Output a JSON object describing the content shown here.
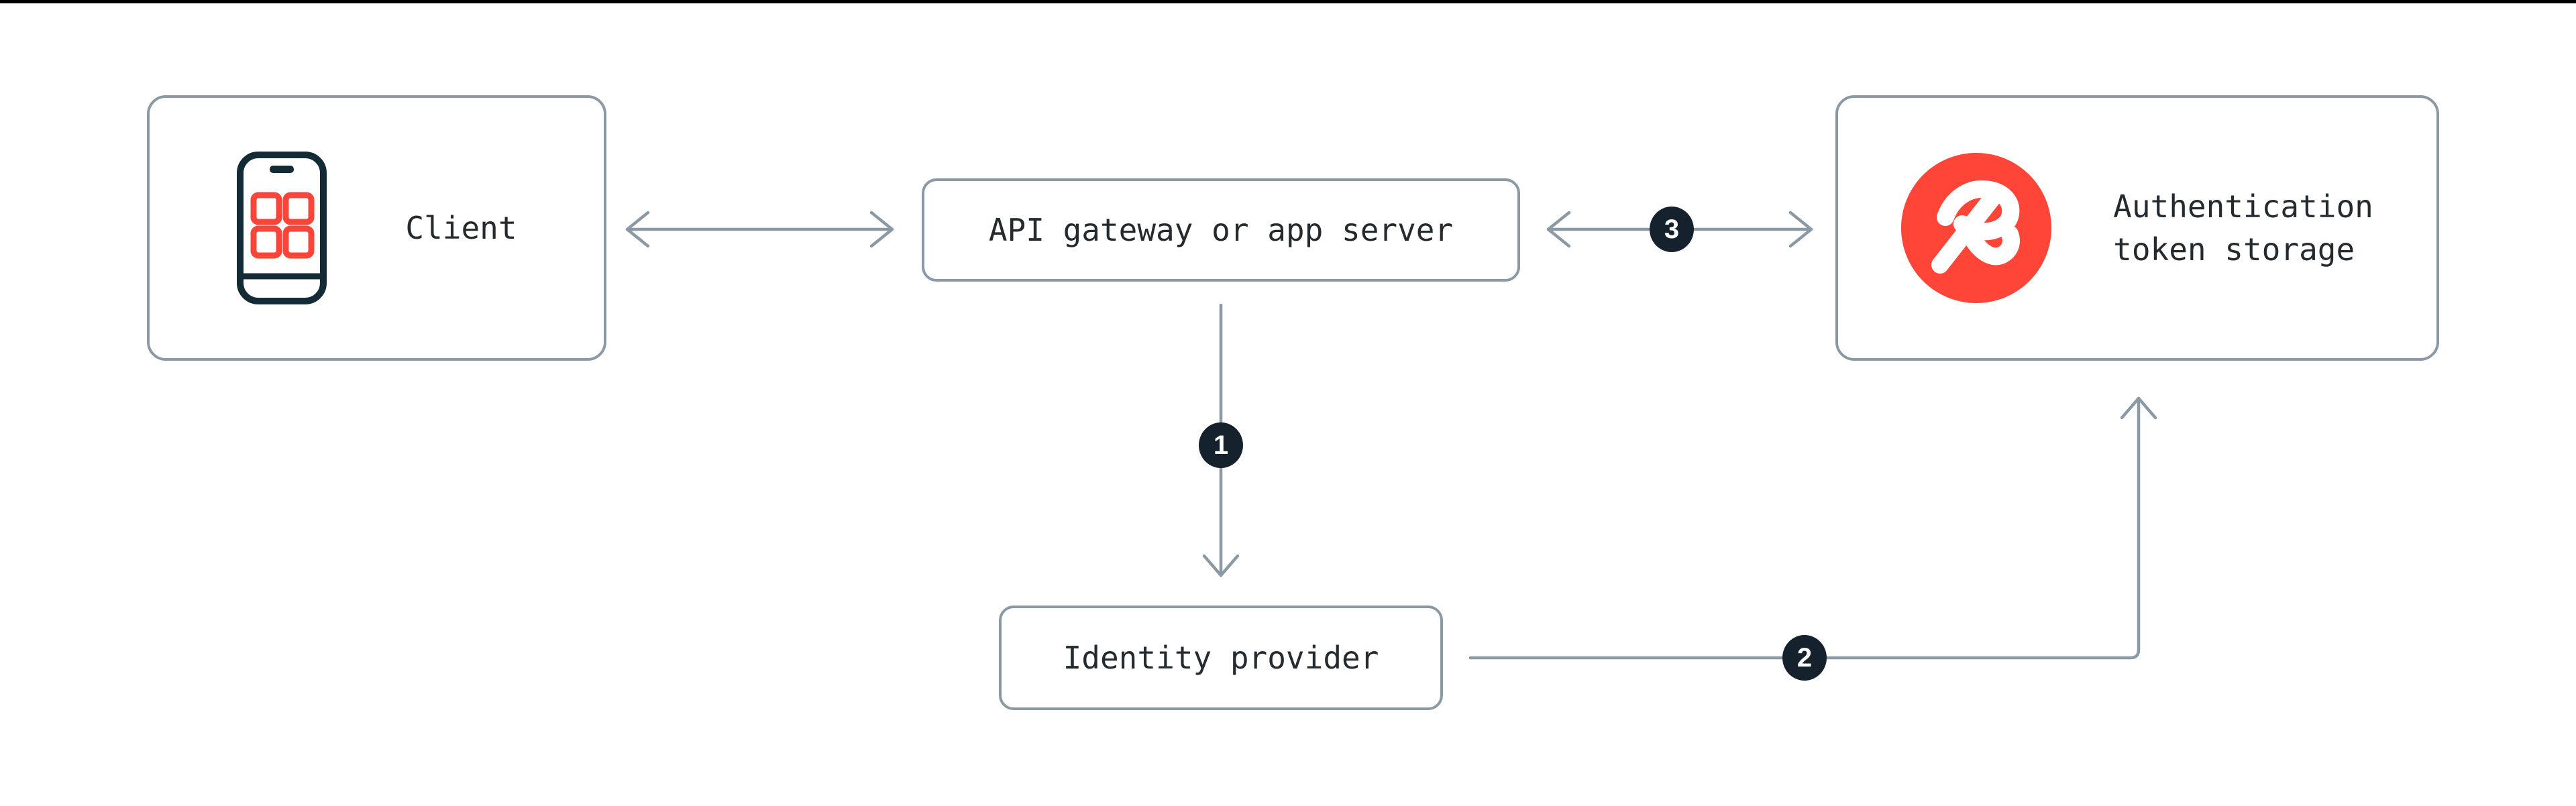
{
  "diagram": {
    "nodes": {
      "client": {
        "label": "Client",
        "icon": "mobile-app-phone-icon"
      },
      "api_gateway": {
        "label": "API gateway or app server"
      },
      "auth_token_storage": {
        "label_lines": [
          "Authentication",
          "token storage"
        ],
        "icon": "redis-logo"
      },
      "identity_provider": {
        "label": "Identity provider"
      }
    },
    "steps": {
      "s1": "1",
      "s2": "2",
      "s3": "3"
    },
    "connections": [
      {
        "from": "Client",
        "to": "API gateway or app server",
        "style": "double-headed-arrow",
        "step": null
      },
      {
        "from": "API gateway or app server",
        "to": "Identity provider",
        "style": "arrow-down",
        "step": "1"
      },
      {
        "from": "Identity provider",
        "to": "Authentication token storage",
        "style": "elbow-arrow-right-up",
        "step": "2"
      },
      {
        "from": "API gateway or app server",
        "to": "Authentication token storage",
        "style": "double-headed-arrow",
        "step": "3"
      }
    ],
    "colors": {
      "background": "#FFFFFF",
      "top_bar": "#000000",
      "box_border": "#8B99A4",
      "connector": "#8B99A4",
      "text": "#242A2E",
      "icon_navy": "#132B36",
      "accent_red": "#FF4438",
      "badge_navy": "#15222D",
      "badge_text": "#FFFFFF"
    }
  }
}
